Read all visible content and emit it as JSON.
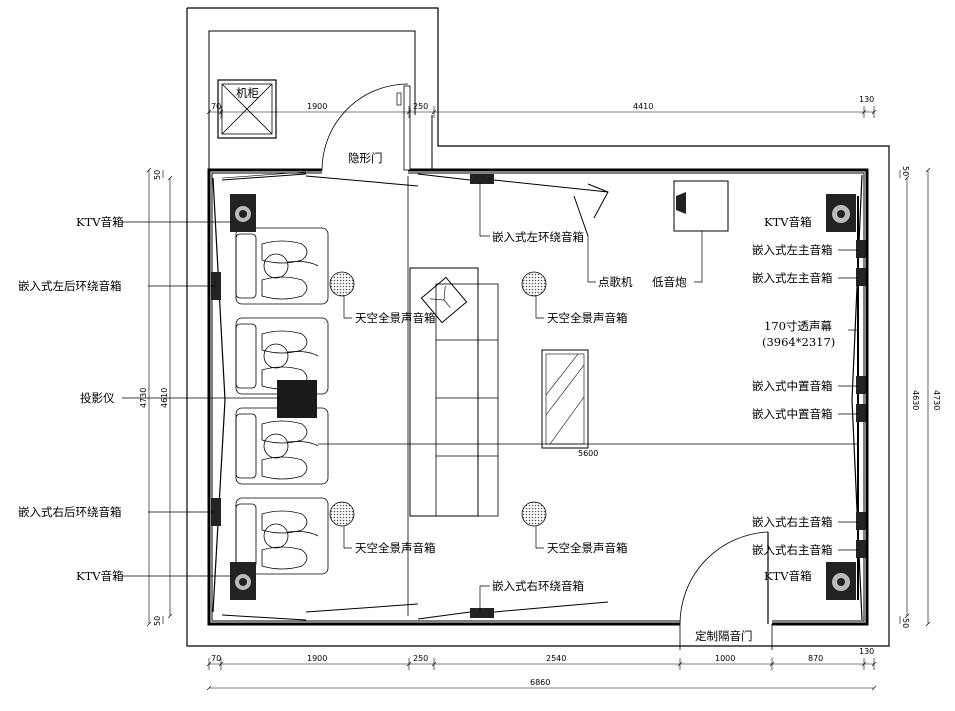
{
  "labels": {
    "cabinet": "机柜",
    "hidden_door": "隐形门",
    "ktv_speaker": "KTV音箱",
    "surround_left_rear": "嵌入式左后环绕音箱",
    "projector": "投影仪",
    "surround_right_rear": "嵌入式右后环绕音箱",
    "surround_left": "嵌入式左环绕音箱",
    "surround_right": "嵌入式右环绕音箱",
    "atmos_speaker": "天空全景声音箱",
    "song_selector": "点歌机",
    "subwoofer": "低音炮",
    "main_left": "嵌入式左主音箱",
    "screen_line1": "170寸透声幕",
    "screen_line2": "(3964*2317)",
    "center": "嵌入式中置音箱",
    "main_right": "嵌入式右主音箱",
    "acoustic_door": "定制隔音门"
  },
  "dimensions": {
    "top": [
      "70",
      "1900",
      "250",
      "4410",
      "130"
    ],
    "bottom": [
      "70",
      "1900",
      "250",
      "2540",
      "1000",
      "870",
      "130"
    ],
    "total_width": "6860",
    "left_outer": "4730",
    "left_inner": "4610",
    "right_inner": "4630",
    "right_outer": "4730",
    "left_small_top": "50",
    "left_small_bottom": "50",
    "right_small_top": "50",
    "right_small_bottom": "50",
    "room_width": "5600"
  }
}
